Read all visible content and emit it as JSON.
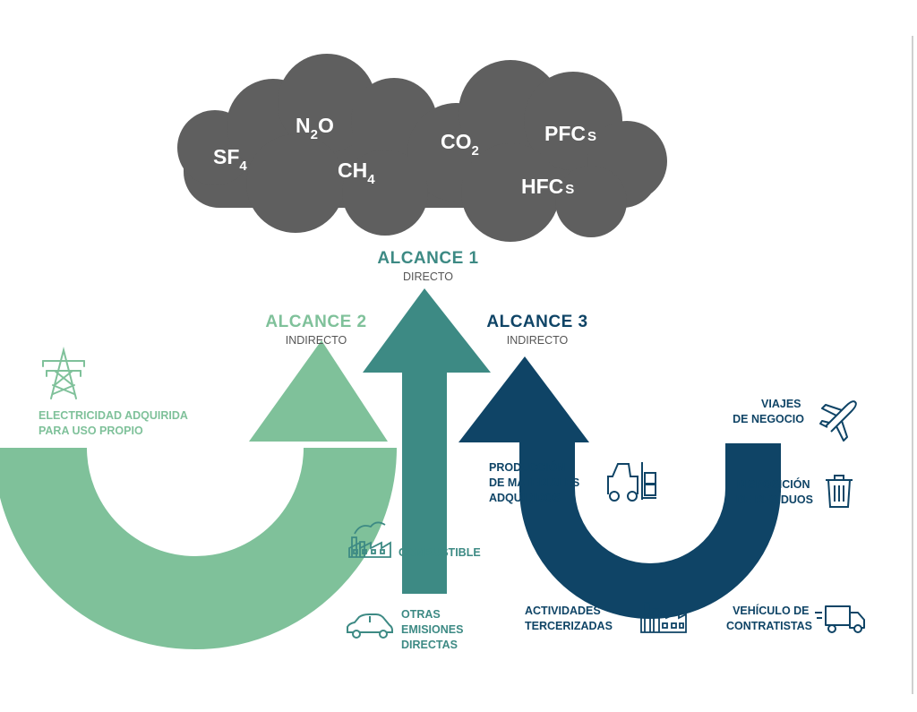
{
  "gases": {
    "sf": {
      "base": "SF",
      "sub": "4"
    },
    "n2o": {
      "base": "N",
      "sub": "2",
      "tail": "O"
    },
    "ch": {
      "base": "CH",
      "sub": "4"
    },
    "co": {
      "base": "CO",
      "sub": "2"
    },
    "pfc": {
      "base": "PFC",
      "sub": "S"
    },
    "hfc": {
      "base": "HFC",
      "sub": "S"
    }
  },
  "scopes": {
    "scope1": {
      "title": "ALCANCE 1",
      "subtitle": "DIRECTO"
    },
    "scope2": {
      "title": "ALCANCE 2",
      "subtitle": "INDIRECTO"
    },
    "scope3": {
      "title": "ALCANCE 3",
      "subtitle": "INDIRECTO"
    }
  },
  "labels": {
    "electricity": [
      "ELECTRICIDAD ADQUIRIDA",
      "PARA USO PROPIO"
    ],
    "fuel": [
      "COMBUSTIBLE"
    ],
    "other": [
      "OTRAS",
      "EMISIONES",
      "DIRECTAS"
    ],
    "materials": [
      "PRODUCCIÓN",
      "DE MATERIALES",
      "ADQUIRIDOS"
    ],
    "outsourced": [
      "ACTIVIDADES",
      "TERCERIZADAS"
    ],
    "trips": [
      "VIAJES",
      "DE NEGOCIO"
    ],
    "waste": [
      "DISPOSICIÓN",
      "DE RESIDUOS"
    ],
    "contractor": [
      "VEHÍCULO DE",
      "CONTRATISTAS"
    ]
  },
  "colors": {
    "cloud": "#5f5f5f",
    "scope1": "#3d8a84",
    "scope2": "#7fc19a",
    "scope3": "#0f4466"
  },
  "icons": {
    "electricity": "power-tower-icon",
    "fuel": "factory-smoke-icon",
    "other": "car-icon",
    "materials": "forklift-icon",
    "outsourced": "factory-icon",
    "trips": "airplane-icon",
    "waste": "trash-bin-icon",
    "contractor": "delivery-truck-icon"
  }
}
